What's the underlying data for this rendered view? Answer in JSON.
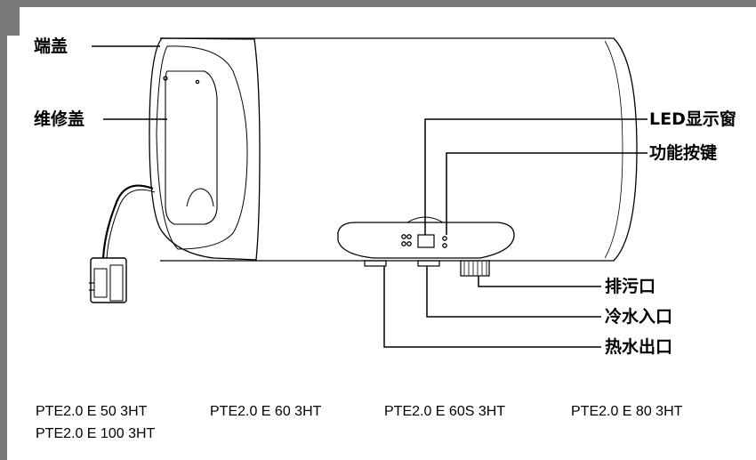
{
  "labels": {
    "end_cap": "端盖",
    "service_cover": "维修盖",
    "led_window": "LED显示窗",
    "function_keys": "功能按键",
    "drain_port": "排污口",
    "cold_inlet": "冷水入口",
    "hot_outlet": "热水出口"
  },
  "models": [
    "PTE2.0 E 50 3HT",
    "PTE2.0 E 60 3HT",
    "PTE2.0 E 60S 3HT",
    "PTE2.0 E 80 3HT",
    "PTE2.0 E 100 3HT"
  ]
}
